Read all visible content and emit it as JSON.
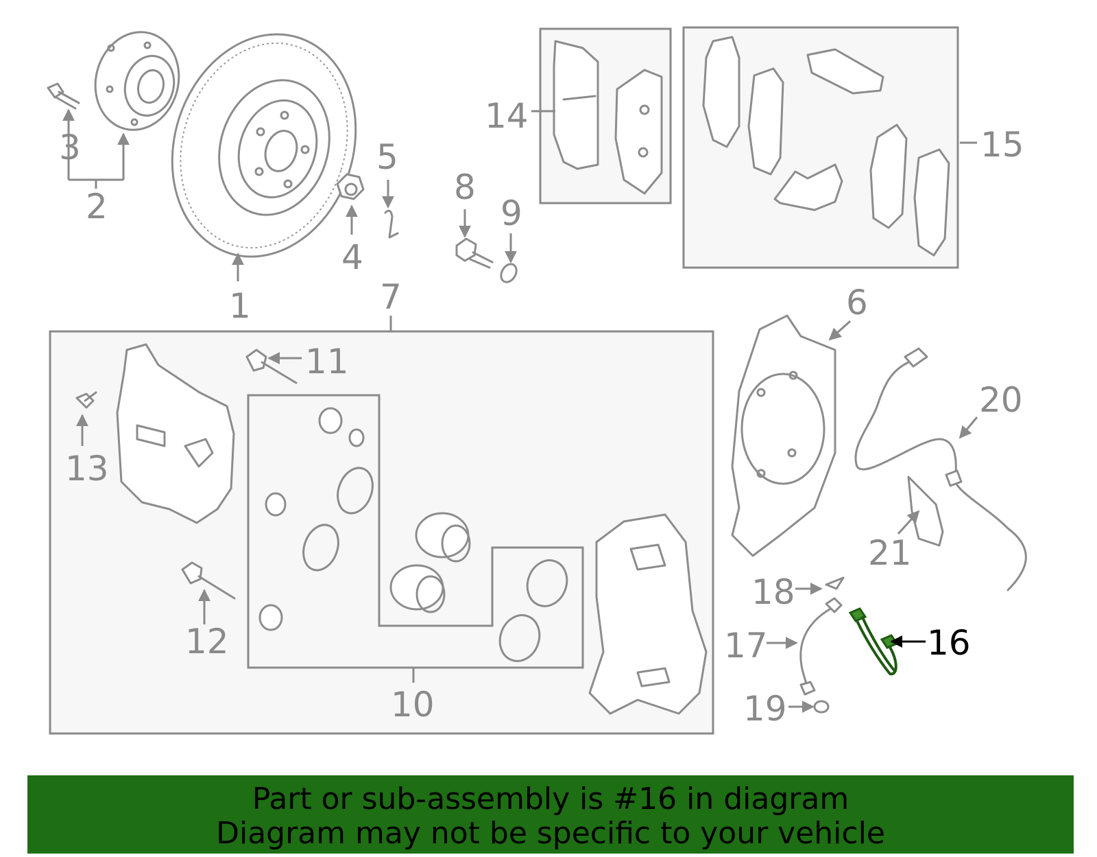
{
  "callouts": {
    "c1": "1",
    "c2": "2",
    "c3": "3",
    "c4": "4",
    "c5": "5",
    "c6": "6",
    "c7": "7",
    "c8": "8",
    "c9": "9",
    "c10": "10",
    "c11": "11",
    "c12": "12",
    "c13": "13",
    "c14": "14",
    "c15": "15",
    "c16": "16",
    "c17": "17",
    "c18": "18",
    "c19": "19",
    "c20": "20",
    "c21": "21"
  },
  "highlighted_part": "16",
  "colors": {
    "highlight": "#3f8f2a",
    "banner": "#1e6e14",
    "lines": "#8c8c8c"
  },
  "banner": {
    "line1": "Part or sub-assembly is #16 in diagram",
    "line2": "Diagram may not be specific to your vehicle"
  }
}
